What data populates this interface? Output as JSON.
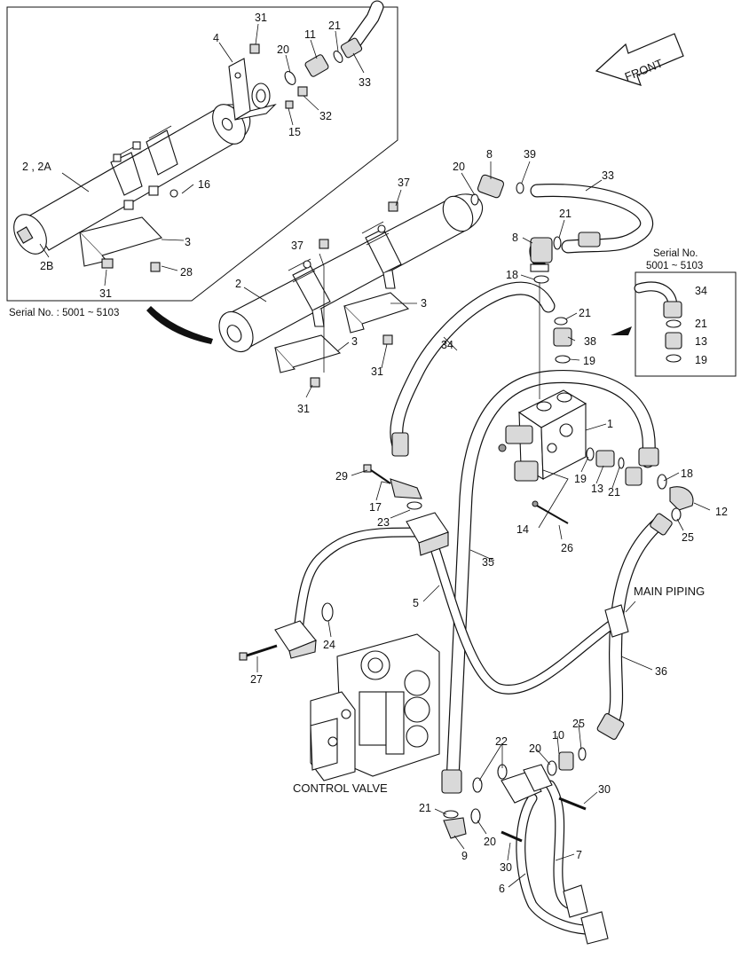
{
  "callouts": [
    {
      "id": "c31a",
      "text": "31"
    },
    {
      "id": "c21a",
      "text": "21"
    },
    {
      "id": "c4",
      "text": "4"
    },
    {
      "id": "c20a",
      "text": "20"
    },
    {
      "id": "c11",
      "text": "11"
    },
    {
      "id": "c33a",
      "text": "33"
    },
    {
      "id": "c32",
      "text": "32"
    },
    {
      "id": "c15",
      "text": "15"
    },
    {
      "id": "c2a",
      "text": "2 , 2A"
    },
    {
      "id": "c16",
      "text": "16"
    },
    {
      "id": "c3a",
      "text": "3"
    },
    {
      "id": "c2b",
      "text": "2B"
    },
    {
      "id": "c28",
      "text": "28"
    },
    {
      "id": "c31b",
      "text": "31"
    },
    {
      "id": "c20b",
      "text": "20"
    },
    {
      "id": "c8a",
      "text": "8"
    },
    {
      "id": "c39",
      "text": "39"
    },
    {
      "id": "c33b",
      "text": "33"
    },
    {
      "id": "c37a",
      "text": "37"
    },
    {
      "id": "c21b",
      "text": "21"
    },
    {
      "id": "c8b",
      "text": "8"
    },
    {
      "id": "c37b",
      "text": "37"
    },
    {
      "id": "c18a",
      "text": "18"
    },
    {
      "id": "c2",
      "text": "2"
    },
    {
      "id": "c3b",
      "text": "3"
    },
    {
      "id": "c21c",
      "text": "21"
    },
    {
      "id": "c34a",
      "text": "34"
    },
    {
      "id": "c38",
      "text": "38"
    },
    {
      "id": "c3c",
      "text": "3"
    },
    {
      "id": "c19a",
      "text": "19"
    },
    {
      "id": "c31c",
      "text": "31"
    },
    {
      "id": "c31d",
      "text": "31"
    },
    {
      "id": "c34b",
      "text": "34"
    },
    {
      "id": "c21d",
      "text": "21"
    },
    {
      "id": "c13a",
      "text": "13"
    },
    {
      "id": "c19b",
      "text": "19"
    },
    {
      "id": "c1",
      "text": "1"
    },
    {
      "id": "c29",
      "text": "29"
    },
    {
      "id": "c19c",
      "text": "19"
    },
    {
      "id": "c13b",
      "text": "13"
    },
    {
      "id": "c21e",
      "text": "21"
    },
    {
      "id": "c18b",
      "text": "18"
    },
    {
      "id": "c17",
      "text": "17"
    },
    {
      "id": "c23",
      "text": "23"
    },
    {
      "id": "c12",
      "text": "12"
    },
    {
      "id": "c14",
      "text": "14"
    },
    {
      "id": "c25a",
      "text": "25"
    },
    {
      "id": "c26",
      "text": "26"
    },
    {
      "id": "c35",
      "text": "35"
    },
    {
      "id": "c5",
      "text": "5"
    },
    {
      "id": "c24",
      "text": "24"
    },
    {
      "id": "c36",
      "text": "36"
    },
    {
      "id": "c27",
      "text": "27"
    },
    {
      "id": "c22",
      "text": "22"
    },
    {
      "id": "c10",
      "text": "10"
    },
    {
      "id": "c25b",
      "text": "25"
    },
    {
      "id": "c20c",
      "text": "20"
    },
    {
      "id": "c30a",
      "text": "30"
    },
    {
      "id": "c21f",
      "text": "21"
    },
    {
      "id": "c20d",
      "text": "20"
    },
    {
      "id": "c9",
      "text": "9"
    },
    {
      "id": "c30b",
      "text": "30"
    },
    {
      "id": "c7",
      "text": "7"
    },
    {
      "id": "c6",
      "text": "6"
    }
  ],
  "labels": {
    "front": "FRONT",
    "serial_detail": "Serial No. : 5001 ~ 5103",
    "serial_box_line1": "Serial No.",
    "serial_box_line2": "5001 ~ 5103",
    "main_piping": "MAIN PIPING",
    "control_valve": "CONTROL VALVE"
  }
}
